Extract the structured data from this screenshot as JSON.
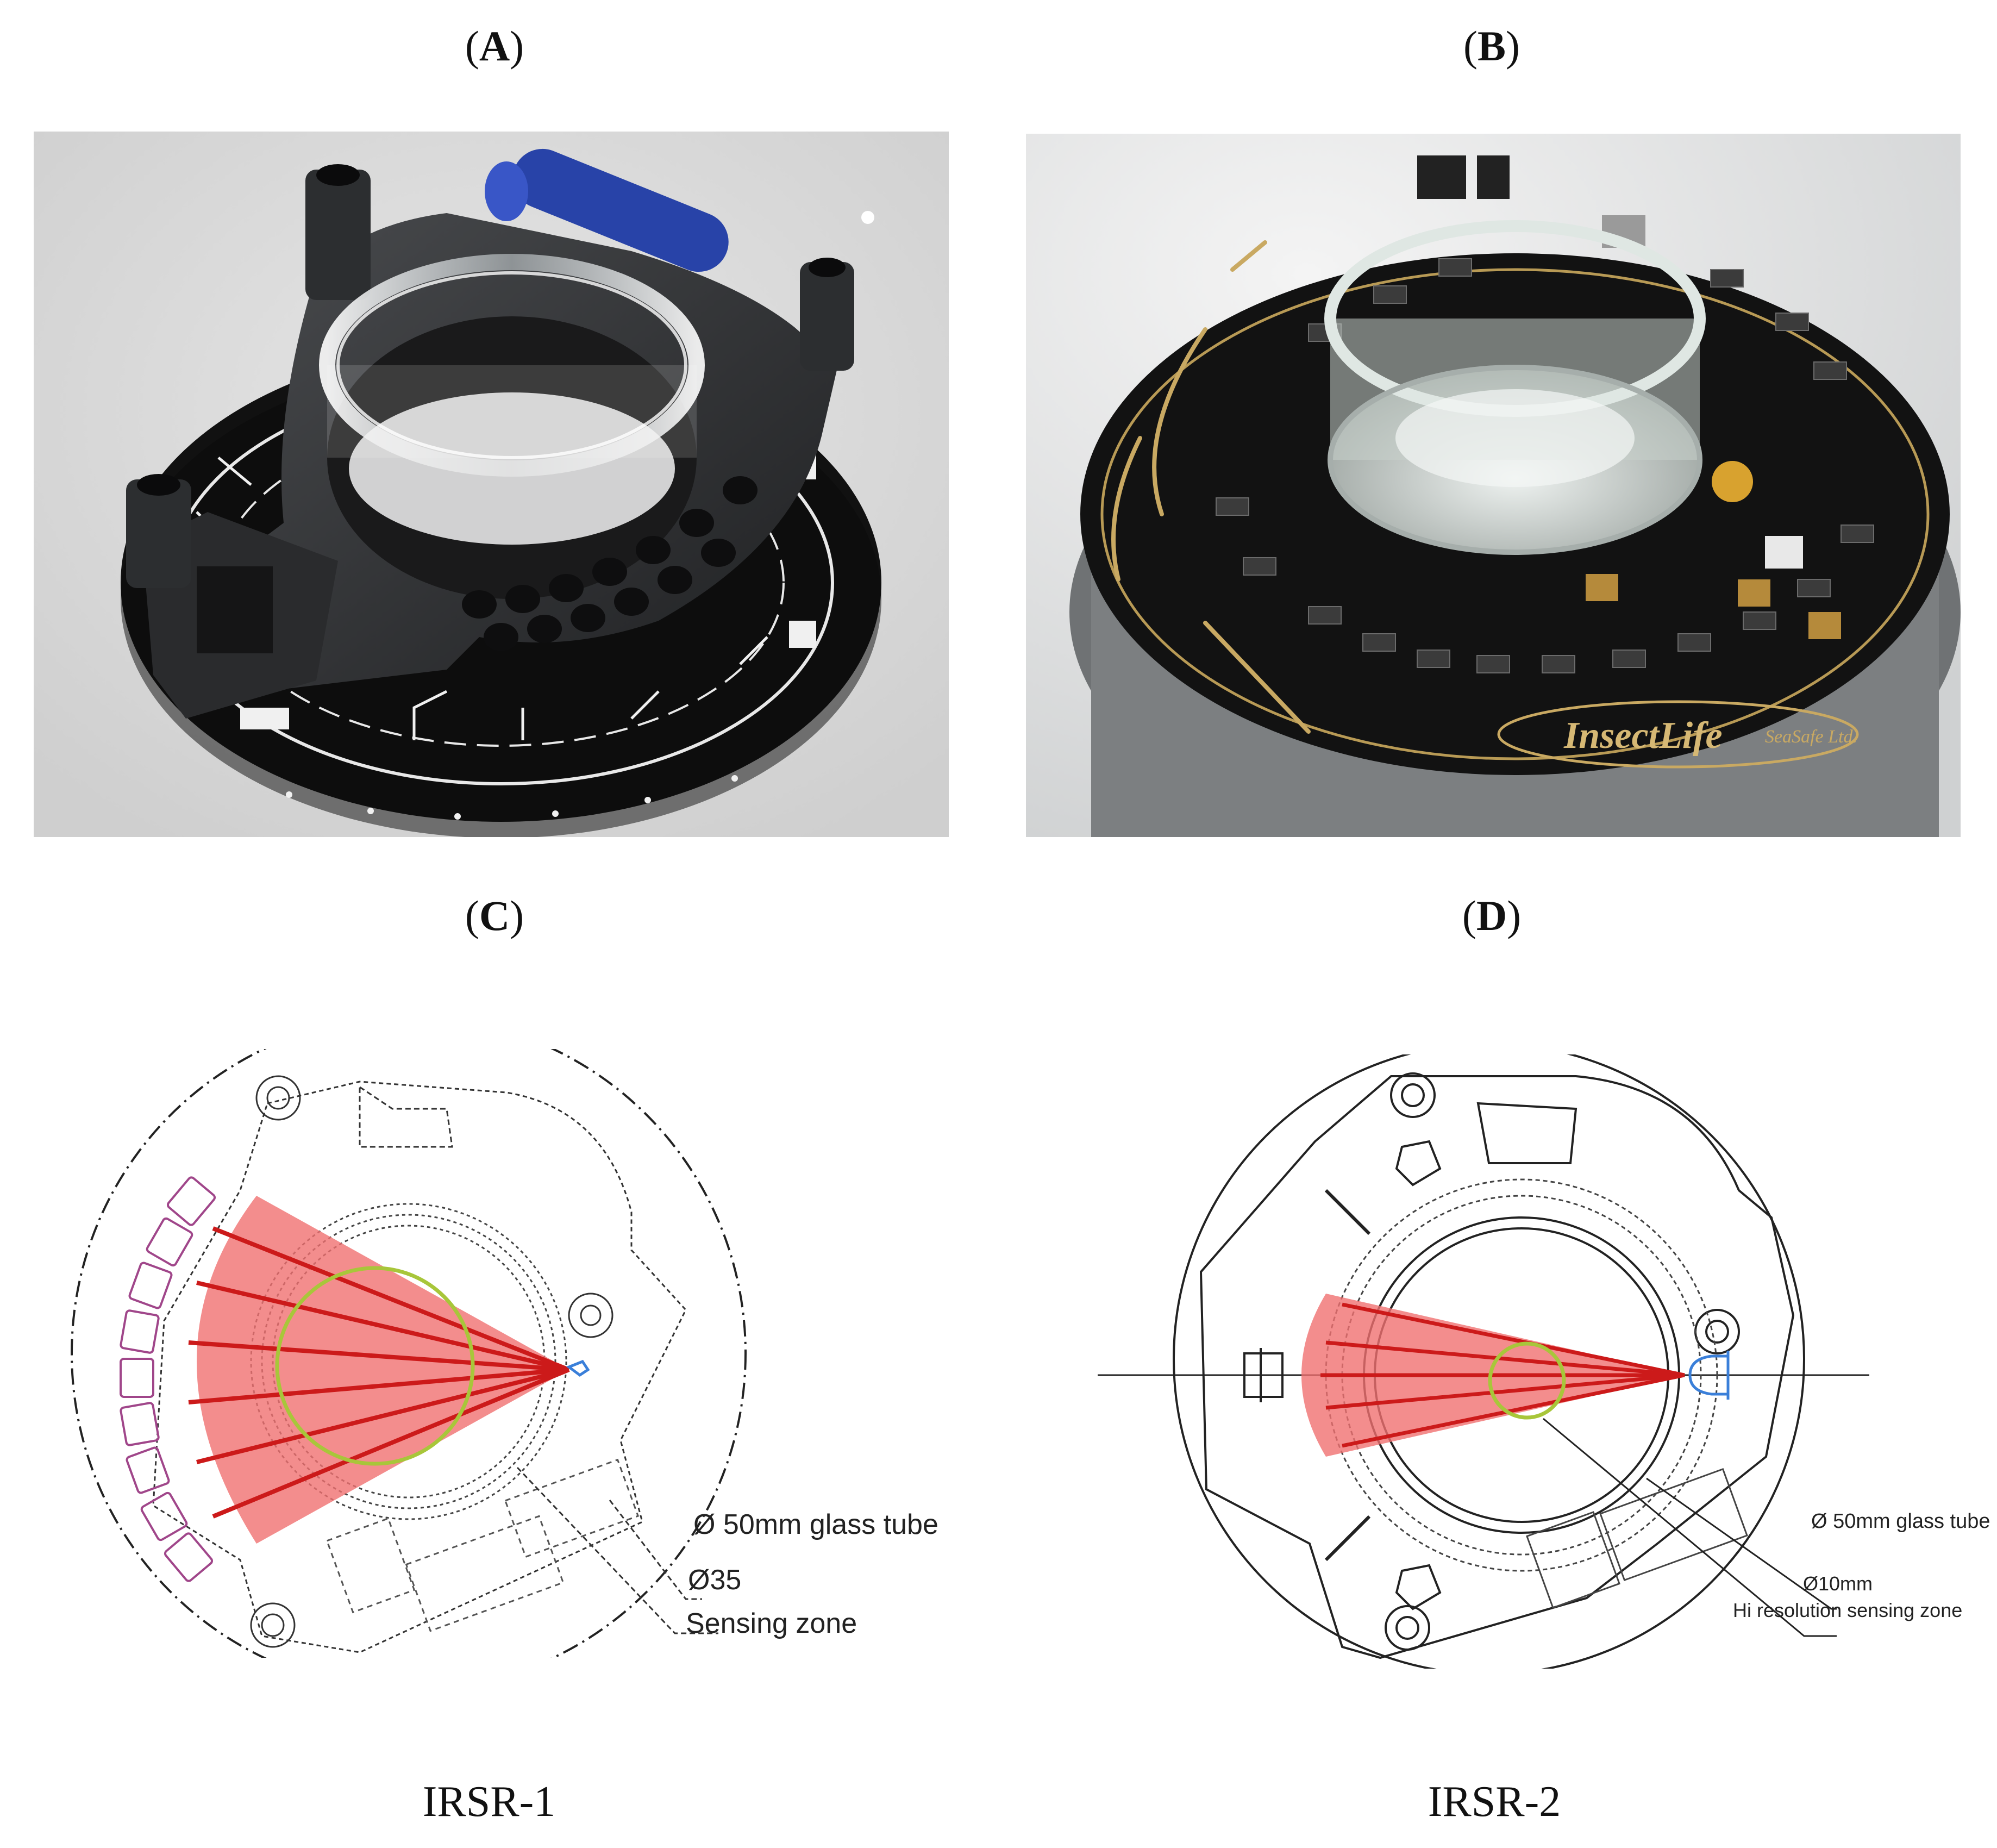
{
  "panels": {
    "a": {
      "label": "A"
    },
    "b": {
      "label": "B",
      "board_text": "InsectLife",
      "board_sub": "SeaSafe Ltd."
    },
    "c": {
      "label": "C",
      "caption": "IRSR-1",
      "tube_label": "Ø 50mm glass tube",
      "zone_dim": "Ø35",
      "zone_label": "Sensing zone"
    },
    "d": {
      "label": "D",
      "caption": "IRSR-2",
      "tube_label": "Ø 50mm glass tube",
      "zone_dim": "Ø10mm",
      "zone_label": "Hi resolution sensing zone"
    }
  },
  "colors": {
    "beam": "#f07070",
    "beam_line": "#cc1a1a",
    "zone_ring": "#a8c63a",
    "emitter_blue": "#3a7fd9",
    "receiver_purple": "#a0468a",
    "pcb": "#141414",
    "housing": "#2c2e30"
  }
}
